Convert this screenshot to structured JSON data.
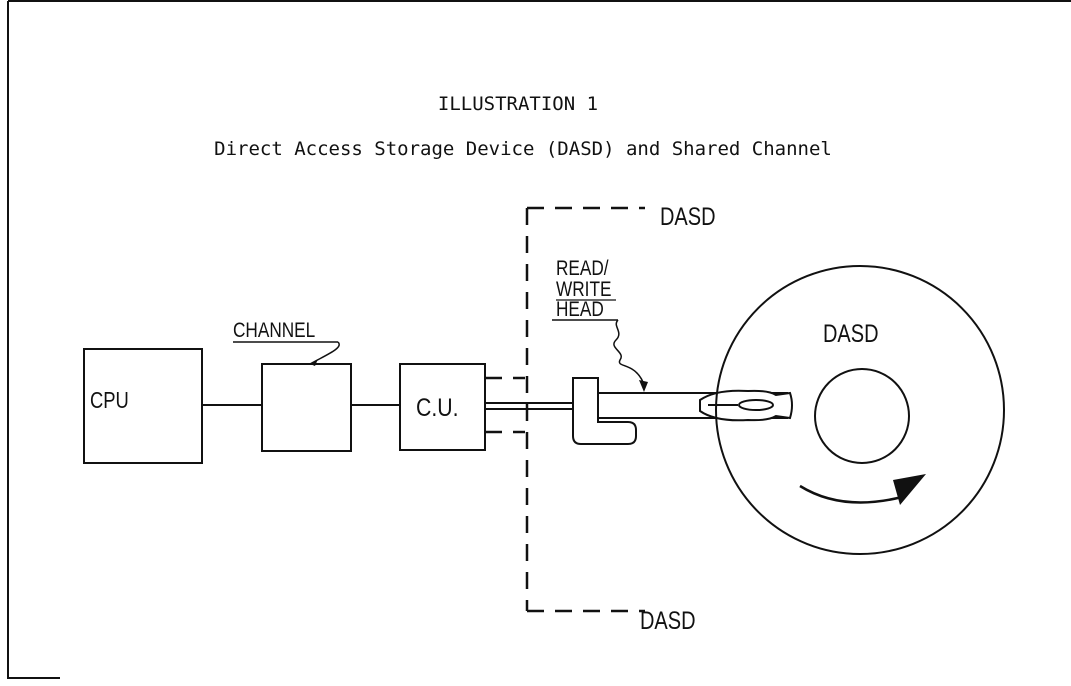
{
  "heading": "ILLUSTRATION 1",
  "subtitle": "Direct Access Storage Device (DASD) and Shared Channel",
  "labels": {
    "cpu": "CPU",
    "channel": "CHANNEL",
    "control_unit": "C.U.",
    "dasd_top": "DASD",
    "dasd_bottom": "DASD",
    "dasd_disk": "DASD",
    "head_line1": "READ/",
    "head_line2": "WRITE",
    "head_line3": "HEAD"
  },
  "colors": {
    "ink": "#111111",
    "paper": "#ffffff"
  }
}
